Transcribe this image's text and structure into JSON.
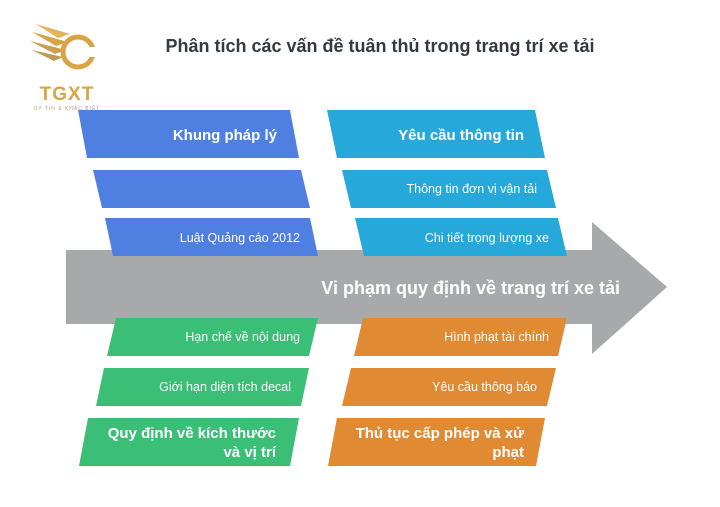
{
  "title": "Phân tích các vấn đề tuân thủ trong trang trí xe tải",
  "logo": {
    "brand": "TGXT",
    "tagline": "UY TÍN & KHÁC BIỆT"
  },
  "spine": {
    "label": "Vi phạm quy định về trang trí xe tải",
    "color": "#a7a9ab"
  },
  "categories": {
    "legal": {
      "color": "#4f80e1",
      "header": "Khung pháp lý",
      "items": [
        "",
        "Luật Quảng cáo 2012"
      ]
    },
    "info": {
      "color": "#27a8da",
      "header": "Yêu cầu thông tin",
      "items": [
        "Thông tin đơn vị vận tải",
        "Chi tiết trọng lượng xe"
      ]
    },
    "size": {
      "color": "#3bbf77",
      "header": "Quy định về kích thước và vị trí",
      "items": [
        "Hạn chế về nội dung",
        "Giới hạn diện tích decal"
      ]
    },
    "permit": {
      "color": "#e08a34",
      "header": "Thủ tục cấp phép và xử phạt",
      "items": [
        "Hình phạt tài chính",
        "Yêu cầu thông báo"
      ]
    }
  }
}
